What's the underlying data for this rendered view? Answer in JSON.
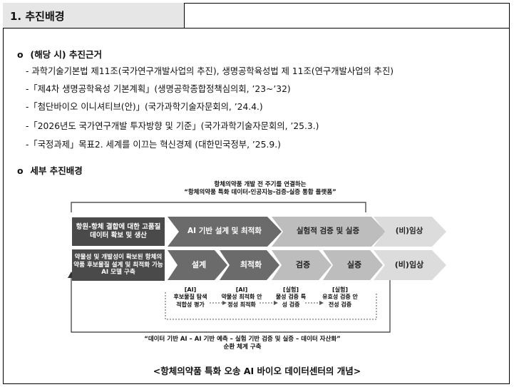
{
  "section_header": {
    "title": "1. 추진배경"
  },
  "subsection1": {
    "bullet": "o",
    "title": "(해당 시) 추진근거",
    "items": [
      "- 과학기술기본법 제11조(국가연구개발사업의 추진), 생명공학육성법 제 11조(연구개발사업의 추진)",
      "-「제4차 생명공학육성 기본계획」(생명공학종합정책심의회, ’23~’32)",
      "-「첨단바이오 이니셔티브(안)」(국가과학기술자문회의, ’24.4.)",
      "-「2026년도 국가연구개발 투자방향 및 기준」(국가과학기술자문회의, ’25.3.)",
      "-「국정과제」목표2. 세계를 이끄는 혁신경제 (대한민국정부, ’25.9.)"
    ]
  },
  "subsection2": {
    "bullet": "o",
    "title": "세부 추진배경"
  },
  "diagram": {
    "top_note_line1": "항체의약품 개발 전 주기를 연결하는",
    "top_note_line2": "“항체의약품 특화 데이터-인공지능-검증-실증 통합 플랫폼”",
    "row1": {
      "box": "항원-항체 결합에 대한 고품질 데이터 확보 및 생산",
      "arrow1": "AI 기반 설계 및 최적화",
      "arrow2": "실험적 검증 및 실증",
      "arrow3": "(비)임상"
    },
    "row2": {
      "box": "약물성 및 개발성이 확보된 항체의약품 후보물질 설계 및 최적화 가능 AI 모델 구축",
      "arrows": [
        "설계",
        "최적화",
        "검증",
        "실증",
        "(비)임상"
      ]
    },
    "details": [
      {
        "head": "[AI]",
        "body": "후보물질 탐색 적합성 평가"
      },
      {
        "head": "[AI]",
        "body": "약물성 최적화 안정성 최적화"
      },
      {
        "head": "[실험]",
        "body": "물성 검증 특성 검증"
      },
      {
        "head": "[실험]",
        "body": "유효성 검증 안전성 검증"
      }
    ],
    "bottom_note_line1": "“데이터 기반 AI – AI 기반 예측 – 실험 기반 검증 및 실증 – 데이터 자산화”",
    "bottom_note_line2": "순환 체계 구축"
  },
  "caption": "<항체의약품 특화 오송 AI 바이오 데이터센터의 개념>",
  "colors": {
    "dark": "#4a4a4a",
    "mid": "#6b6b6b",
    "light": "#bdbdbd",
    "lighter": "#dcdcdc"
  }
}
